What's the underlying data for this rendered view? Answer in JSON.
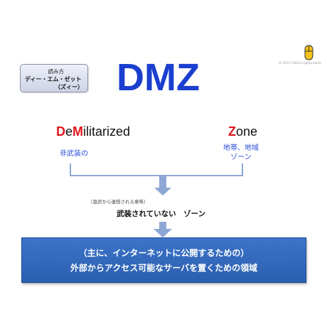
{
  "copyright": "© 2017 Office Lightmobile",
  "reading": {
    "label": "読み方",
    "line1": "ディー・エム・ゼット",
    "line2": "（ズィー）"
  },
  "title": "DMZ",
  "terms": {
    "left": {
      "red_1": "D",
      "plain_1": "e",
      "red_2": "M",
      "plain_2": "ilitarized",
      "meaning": "非武装の"
    },
    "right": {
      "red_1": "Z",
      "plain_1": "one",
      "meaning_line1": "地帯、地域",
      "meaning_line2": "ゾーン"
    }
  },
  "literal": {
    "label": "（直訳から連想される意味）",
    "value": "武装されていない　ゾーン"
  },
  "definition": {
    "line1": "（主に、インターネットに公開するための）",
    "line2": "外部からアクセス可能なサーバを置くための領域"
  },
  "colors": {
    "title": "#1b3fcf",
    "accent_red": "#e0141b",
    "meaning_blue": "#2b4cd8",
    "box_blue": "#2f63b6",
    "arrow_blue": "#8ea6d6"
  }
}
